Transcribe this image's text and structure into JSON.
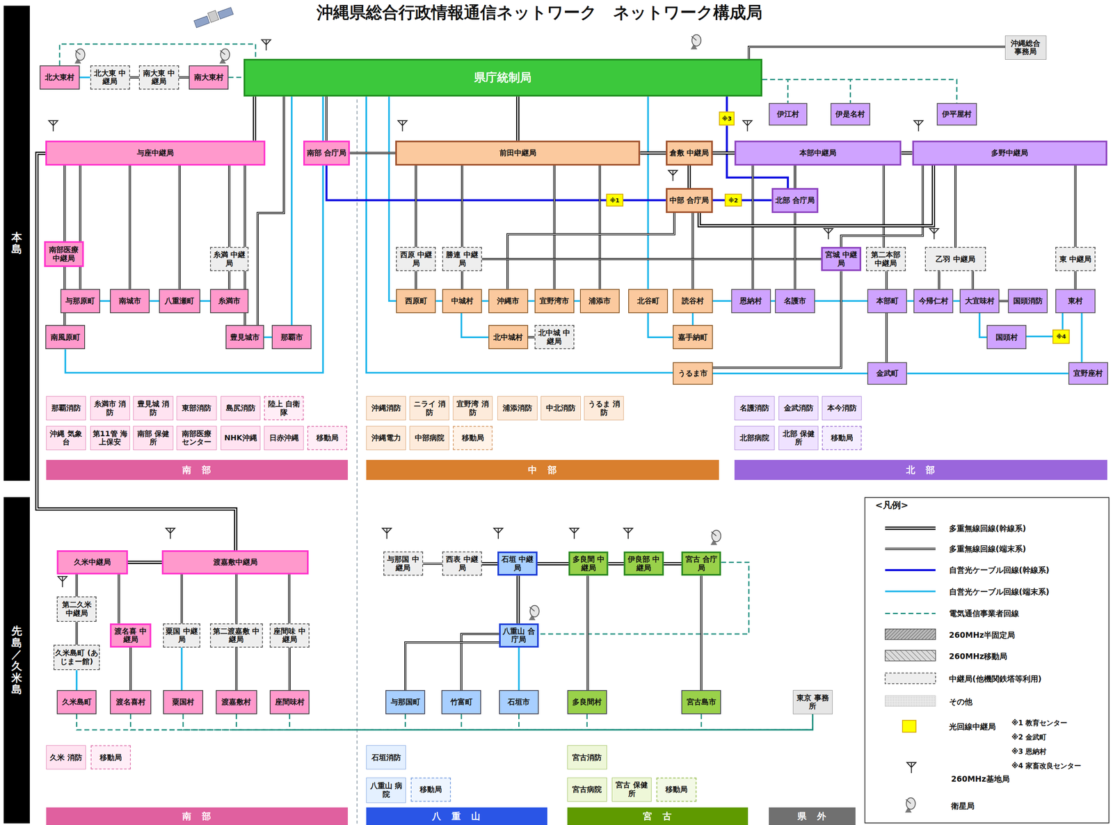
{
  "diagram": {
    "title": "沖縄県総合行政情報通信ネットワーク　ネットワーク構成局",
    "nodes": [
      {
        "text": [
          "本島"
        ]
      },
      {
        "text": [
          "先島／久米島"
        ]
      },
      {
        "text": [
          "県庁統制局"
        ]
      },
      {
        "text": [
          "北大東村"
        ]
      },
      {
        "text": [
          "北大東 中継局"
        ]
      },
      {
        "text": [
          "南大東 中継局"
        ]
      },
      {
        "text": [
          "南大東村"
        ]
      },
      {
        "text": [
          "沖縄総合 事務局"
        ]
      },
      {
        "text": [
          "伊江村"
        ]
      },
      {
        "text": [
          "伊是名村"
        ]
      },
      {
        "text": [
          "伊平屋村"
        ]
      },
      {
        "text": [
          "与座中継局"
        ]
      },
      {
        "text": [
          "南部 合庁局"
        ]
      },
      {
        "text": [
          "前田中継局"
        ]
      },
      {
        "text": [
          "倉敷 中継局"
        ]
      },
      {
        "text": [
          "本部中継局"
        ]
      },
      {
        "text": [
          "多野中継局"
        ]
      },
      {
        "text": [
          "中部 合庁局"
        ]
      },
      {
        "text": [
          "北部 合庁局"
        ]
      },
      {
        "text": [
          "※3"
        ]
      },
      {
        "text": [
          "※1"
        ]
      },
      {
        "text": [
          "※2"
        ]
      },
      {
        "text": [
          "南部医療 中継局"
        ]
      },
      {
        "text": [
          "糸満 中継局"
        ]
      },
      {
        "text": [
          "西原 中継局"
        ]
      },
      {
        "text": [
          "勝連 中継局"
        ]
      },
      {
        "text": [
          "宮城 中継局"
        ]
      },
      {
        "text": [
          "第二本部 中継局"
        ]
      },
      {
        "text": [
          "乙羽 中継局"
        ]
      },
      {
        "text": [
          "東 中継局"
        ]
      },
      {
        "text": [
          "与那原町"
        ]
      },
      {
        "text": [
          "南城市"
        ]
      },
      {
        "text": [
          "八重瀬町"
        ]
      },
      {
        "text": [
          "糸満市"
        ]
      },
      {
        "text": [
          "西原町"
        ]
      },
      {
        "text": [
          "中城村"
        ]
      },
      {
        "text": [
          "沖縄市"
        ]
      },
      {
        "text": [
          "宜野湾市"
        ]
      },
      {
        "text": [
          "浦添市"
        ]
      },
      {
        "text": [
          "北谷町"
        ]
      },
      {
        "text": [
          "読谷村"
        ]
      },
      {
        "text": [
          "恩納村"
        ]
      },
      {
        "text": [
          "名護市"
        ]
      },
      {
        "text": [
          "本部町"
        ]
      },
      {
        "text": [
          "今帰仁村"
        ]
      },
      {
        "text": [
          "大宜味村"
        ]
      },
      {
        "text": [
          "国頭消防"
        ]
      },
      {
        "text": [
          "東村"
        ]
      },
      {
        "text": [
          "南風原町"
        ]
      },
      {
        "text": [
          "豊見城市"
        ]
      },
      {
        "text": [
          "那覇市"
        ]
      },
      {
        "text": [
          "北中城村"
        ]
      },
      {
        "text": [
          "北中城 中継局"
        ]
      },
      {
        "text": [
          "嘉手納町"
        ]
      },
      {
        "text": [
          "国頭村"
        ]
      },
      {
        "text": [
          "※4"
        ]
      },
      {
        "text": [
          "うるま市"
        ]
      },
      {
        "text": [
          "金武町"
        ]
      },
      {
        "text": [
          "宜野座村"
        ]
      },
      {
        "text": [
          "那覇消防"
        ]
      },
      {
        "text": [
          "糸満市 消防"
        ]
      },
      {
        "text": [
          "豊見城 消防"
        ]
      },
      {
        "text": [
          "東部消防"
        ]
      },
      {
        "text": [
          "島尻消防"
        ]
      },
      {
        "text": [
          "陸上 自衛隊"
        ]
      },
      {
        "text": [
          "沖縄 気象台"
        ]
      },
      {
        "text": [
          "第11管 海上保安"
        ]
      },
      {
        "text": [
          "南部 保健所"
        ]
      },
      {
        "text": [
          "南部医療 センター"
        ]
      },
      {
        "text": [
          "NHK沖縄"
        ]
      },
      {
        "text": [
          "日赤沖縄"
        ]
      },
      {
        "text": [
          "移動局"
        ]
      },
      {
        "text": [
          "沖縄消防"
        ]
      },
      {
        "text": [
          "ニライ 消防"
        ]
      },
      {
        "text": [
          "宜野湾 消防"
        ]
      },
      {
        "text": [
          "浦添消防"
        ]
      },
      {
        "text": [
          "中北消防"
        ]
      },
      {
        "text": [
          "うるま 消防"
        ]
      },
      {
        "text": [
          "沖縄電力"
        ]
      },
      {
        "text": [
          "中部病院"
        ]
      },
      {
        "text": [
          "移動局"
        ]
      },
      {
        "text": [
          "名護消防"
        ]
      },
      {
        "text": [
          "金武消防"
        ]
      },
      {
        "text": [
          "本今消防"
        ]
      },
      {
        "text": [
          "北部病院"
        ]
      },
      {
        "text": [
          "北部 保健所"
        ]
      },
      {
        "text": [
          "移動局"
        ]
      },
      {
        "text": [
          "南　部"
        ]
      },
      {
        "text": [
          "中　部"
        ]
      },
      {
        "text": [
          "北　部"
        ]
      },
      {
        "text": [
          "久米中継局"
        ]
      },
      {
        "text": [
          "渡嘉敷中継局"
        ]
      },
      {
        "text": [
          "第二久米 中継局"
        ]
      },
      {
        "text": [
          "渡名喜 中継局"
        ]
      },
      {
        "text": [
          "粟国 中継局"
        ]
      },
      {
        "text": [
          "第二渡嘉敷 中継局"
        ]
      },
      {
        "text": [
          "座間味 中継局"
        ]
      },
      {
        "text": [
          "久米島町 (あじまー館)"
        ]
      },
      {
        "text": [
          "久米島町"
        ]
      },
      {
        "text": [
          "渡名喜村"
        ]
      },
      {
        "text": [
          "粟国村"
        ]
      },
      {
        "text": [
          "渡嘉敷村"
        ]
      },
      {
        "text": [
          "座間味村"
        ]
      },
      {
        "text": [
          "久米 消防"
        ]
      },
      {
        "text": [
          "移動局"
        ]
      },
      {
        "text": [
          "南　部"
        ]
      },
      {
        "text": [
          "与那国 中継局"
        ]
      },
      {
        "text": [
          "西表 中継局"
        ]
      },
      {
        "text": [
          "石垣 中継局"
        ]
      },
      {
        "text": [
          "多良間 中継局"
        ]
      },
      {
        "text": [
          "伊良部 中継局"
        ]
      },
      {
        "text": [
          "宮古 合庁局"
        ]
      },
      {
        "text": [
          "八重山 合庁局"
        ]
      },
      {
        "text": [
          "与那国町"
        ]
      },
      {
        "text": [
          "竹富町"
        ]
      },
      {
        "text": [
          "石垣市"
        ]
      },
      {
        "text": [
          "多良間村"
        ]
      },
      {
        "text": [
          "宮古島市"
        ]
      },
      {
        "text": [
          "東京 事務所"
        ]
      },
      {
        "text": [
          "石垣消防"
        ]
      },
      {
        "text": [
          "八重山 病院"
        ]
      },
      {
        "text": [
          "移動局"
        ]
      },
      {
        "text": [
          "宮古消防"
        ]
      },
      {
        "text": [
          "宮古病院"
        ]
      },
      {
        "text": [
          "宮古 保健所"
        ]
      },
      {
        "text": [
          "移動局"
        ]
      },
      {
        "text": [
          "八　重　山"
        ]
      },
      {
        "text": [
          "宮　古"
        ]
      },
      {
        "text": [
          "県　外"
        ]
      }
    ],
    "edges": [
      {
        "from": 3,
        "to": 4,
        "arrow": "none"
      },
      {
        "from": 4,
        "to": 5,
        "arrow": "none"
      },
      {
        "from": 5,
        "to": 6,
        "arrow": "none"
      },
      {
        "from": 6,
        "to": 2,
        "arrow": "none"
      },
      {
        "from": 3,
        "to": 2,
        "arrow": "none"
      },
      {
        "from": 2,
        "to": 7,
        "arrow": "none"
      },
      {
        "from": 2,
        "to": 8,
        "arrow": "none"
      },
      {
        "from": 2,
        "to": 9,
        "arrow": "none"
      },
      {
        "from": 2,
        "to": 10,
        "arrow": "none"
      },
      {
        "from": 2,
        "to": 11,
        "arrow": "none"
      },
      {
        "from": 2,
        "to": 12,
        "arrow": "none"
      },
      {
        "from": 2,
        "to": 13,
        "arrow": "none"
      },
      {
        "from": 2,
        "to": 19,
        "arrow": "none"
      },
      {
        "from": 19,
        "to": 18,
        "arrow": "none"
      },
      {
        "from": 12,
        "to": 20,
        "arrow": "none"
      },
      {
        "from": 20,
        "to": 17,
        "arrow": "none"
      },
      {
        "from": 17,
        "to": 21,
        "arrow": "none"
      },
      {
        "from": 21,
        "to": 18,
        "arrow": "none"
      },
      {
        "from": 12,
        "to": 13,
        "arrow": "none"
      },
      {
        "from": 13,
        "to": 14,
        "arrow": "none"
      },
      {
        "from": 14,
        "to": 15,
        "arrow": "none"
      },
      {
        "from": 15,
        "to": 16,
        "arrow": "none"
      },
      {
        "from": 14,
        "to": 17,
        "arrow": "none"
      },
      {
        "from": 15,
        "to": 18,
        "arrow": "none"
      },
      {
        "from": 17,
        "to": 16,
        "arrow": "none"
      },
      {
        "from": 2,
        "to": 50,
        "arrow": "none"
      },
      {
        "from": 2,
        "to": 49,
        "arrow": "none"
      },
      {
        "from": 11,
        "to": 49,
        "arrow": "none"
      },
      {
        "from": 2,
        "to": 48,
        "arrow": "none"
      },
      {
        "from": 49,
        "to": 50,
        "arrow": "none"
      },
      {
        "from": 2,
        "to": 34,
        "arrow": "none"
      },
      {
        "from": 2,
        "to": 56,
        "arrow": "none"
      },
      {
        "from": 2,
        "to": 39,
        "arrow": "none"
      },
      {
        "from": 39,
        "to": 53,
        "arrow": "none"
      },
      {
        "from": 11,
        "to": 22,
        "arrow": "none"
      },
      {
        "from": 11,
        "to": 30,
        "arrow": "none"
      },
      {
        "from": 11,
        "to": 31,
        "arrow": "none"
      },
      {
        "from": 11,
        "to": 32,
        "arrow": "none"
      },
      {
        "from": 11,
        "to": 23,
        "arrow": "none"
      },
      {
        "from": 23,
        "to": 33,
        "arrow": "none"
      },
      {
        "from": 22,
        "to": 48,
        "arrow": "none"
      },
      {
        "from": 30,
        "to": 31,
        "arrow": "none"
      },
      {
        "from": 31,
        "to": 32,
        "arrow": "none"
      },
      {
        "from": 32,
        "to": 33,
        "arrow": "none"
      },
      {
        "from": 13,
        "to": 24,
        "arrow": "none"
      },
      {
        "from": 13,
        "to": 25,
        "arrow": "none"
      },
      {
        "from": 24,
        "to": 34,
        "arrow": "none"
      },
      {
        "from": 25,
        "to": 35,
        "arrow": "none"
      },
      {
        "from": 13,
        "to": 37,
        "arrow": "none"
      },
      {
        "from": 13,
        "to": 38,
        "arrow": "none"
      },
      {
        "from": 17,
        "to": 36,
        "arrow": "none"
      },
      {
        "from": 17,
        "to": 40,
        "arrow": "none"
      },
      {
        "from": 34,
        "to": 35,
        "arrow": "none"
      },
      {
        "from": 35,
        "to": 36,
        "arrow": "none"
      },
      {
        "from": 36,
        "to": 37,
        "arrow": "none"
      },
      {
        "from": 37,
        "to": 38,
        "arrow": "none"
      },
      {
        "from": 35,
        "to": 51,
        "arrow": "none"
      },
      {
        "from": 51,
        "to": 52,
        "arrow": "none"
      },
      {
        "from": 40,
        "to": 53,
        "arrow": "none"
      },
      {
        "from": 25,
        "to": 26,
        "arrow": "none"
      },
      {
        "from": 26,
        "to": 56,
        "arrow": "none"
      },
      {
        "from": 56,
        "to": 57,
        "arrow": "none"
      },
      {
        "from": 57,
        "to": 58,
        "arrow": "none"
      },
      {
        "from": 15,
        "to": 27,
        "arrow": "none"
      },
      {
        "from": 27,
        "to": 57,
        "arrow": "none"
      },
      {
        "from": 15,
        "to": 41,
        "arrow": "none"
      },
      {
        "from": 15,
        "to": 42,
        "arrow": "none"
      },
      {
        "from": 16,
        "to": 26,
        "arrow": "none"
      },
      {
        "from": 16,
        "to": 28,
        "arrow": "none"
      },
      {
        "from": 16,
        "to": 29,
        "arrow": "none"
      },
      {
        "from": 28,
        "to": 44,
        "arrow": "none"
      },
      {
        "from": 28,
        "to": 45,
        "arrow": "none"
      },
      {
        "from": 29,
        "to": 47,
        "arrow": "none"
      },
      {
        "from": 40,
        "to": 41,
        "arrow": "none"
      },
      {
        "from": 41,
        "to": 42,
        "arrow": "none"
      },
      {
        "from": 42,
        "to": 43,
        "arrow": "none"
      },
      {
        "from": 43,
        "to": 44,
        "arrow": "none"
      },
      {
        "from": 44,
        "to": 45,
        "arrow": "none"
      },
      {
        "from": 45,
        "to": 46,
        "arrow": "none"
      },
      {
        "from": 45,
        "to": 54,
        "arrow": "none"
      },
      {
        "from": 54,
        "to": 55,
        "arrow": "none"
      },
      {
        "from": 55,
        "to": 47,
        "arrow": "none"
      },
      {
        "from": 47,
        "to": 58,
        "arrow": "none"
      },
      {
        "from": 11,
        "to": 91,
        "arrow": "none"
      },
      {
        "from": 90,
        "to": 91,
        "arrow": "none"
      },
      {
        "from": 90,
        "to": 92,
        "arrow": "none"
      },
      {
        "from": 92,
        "to": 97,
        "arrow": "none"
      },
      {
        "from": 97,
        "to": 98,
        "arrow": "none"
      },
      {
        "from": 90,
        "to": 93,
        "arrow": "none"
      },
      {
        "from": 91,
        "to": 94,
        "arrow": "none"
      },
      {
        "from": 91,
        "to": 95,
        "arrow": "none"
      },
      {
        "from": 91,
        "to": 96,
        "arrow": "none"
      },
      {
        "from": 93,
        "to": 99,
        "arrow": "none"
      },
      {
        "from": 94,
        "to": 100,
        "arrow": "none"
      },
      {
        "from": 95,
        "to": 101,
        "arrow": "none"
      },
      {
        "from": 96,
        "to": 102,
        "arrow": "none"
      },
      {
        "from": 98,
        "to": 118,
        "arrow": "none"
      },
      {
        "from": 99,
        "to": 118,
        "arrow": "none"
      },
      {
        "from": 100,
        "to": 118,
        "arrow": "none"
      },
      {
        "from": 101,
        "to": 118,
        "arrow": "none"
      },
      {
        "from": 102,
        "to": 118,
        "arrow": "none"
      },
      {
        "from": 113,
        "to": 118,
        "arrow": "none"
      },
      {
        "from": 114,
        "to": 118,
        "arrow": "none"
      },
      {
        "from": 115,
        "to": 118,
        "arrow": "none"
      },
      {
        "from": 116,
        "to": 118,
        "arrow": "none"
      },
      {
        "from": 117,
        "to": 118,
        "arrow": "none"
      },
      {
        "from": 106,
        "to": 107,
        "arrow": "none"
      },
      {
        "from": 107,
        "to": 108,
        "arrow": "none"
      },
      {
        "from": 108,
        "to": 109,
        "arrow": "none"
      },
      {
        "from": 109,
        "to": 110,
        "arrow": "none"
      },
      {
        "from": 110,
        "to": 111,
        "arrow": "none"
      },
      {
        "from": 108,
        "to": 112,
        "arrow": "none"
      },
      {
        "from": 112,
        "to": 114,
        "arrow": "none"
      },
      {
        "from": 112,
        "to": 113,
        "arrow": "none"
      },
      {
        "from": 112,
        "to": 115,
        "arrow": "none"
      },
      {
        "from": 109,
        "to": 116,
        "arrow": "none"
      },
      {
        "from": 111,
        "to": 117,
        "arrow": "none"
      },
      {
        "from": 111,
        "to": 112,
        "arrow": "none"
      }
    ],
    "labels": [
      "<凡例>",
      "※1 教育センター",
      "※2 金武町",
      "※3 恩納村",
      "※4 家畜改良センター"
    ],
    "legend": [
      {
        "text": "多重無線回線(幹線系)"
      },
      {
        "text": "多重無線回線(端末系)"
      },
      {
        "text": "自営光ケーブル回線(幹線系)"
      },
      {
        "text": "自営光ケーブル回線(端末系)"
      },
      {
        "text": "電気通信事業者回線"
      },
      {
        "text": "260MHz半固定局"
      },
      {
        "text": "260MHz移動局"
      },
      {
        "text": "中継局(他機関鉄塔等利用)"
      },
      {
        "text": "その他"
      },
      {
        "text": "光回線中継局",
        "color": "#ffff00"
      },
      {
        "text": "260MHz基地局"
      },
      {
        "text": "衛星局"
      }
    ]
  }
}
